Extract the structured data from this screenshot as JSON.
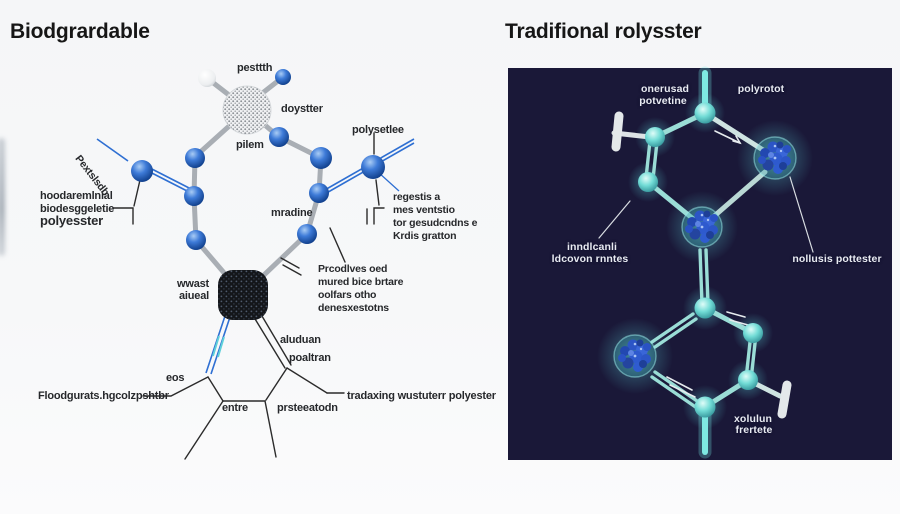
{
  "left_panel": {
    "title": "Biodgrardable",
    "labels": {
      "top_node": "pesttth",
      "doyster": "doystter",
      "pilem": "pilem",
      "polyester_node": "polysetlee",
      "matine": "mradine",
      "diagonal": "Pextslsdb",
      "bio_block": [
        "hoodaremlnial",
        "biodesggeletie",
        "polyesster"
      ],
      "regestis_block": [
        "regestis a",
        "mes ventstio",
        "tor gesudcndns e",
        "Krdis gratton"
      ],
      "prcodlves_block": [
        "Prcodlves oed",
        "mured bice brtare",
        "oolfars otho",
        "denesxestotns"
      ],
      "waste_node": [
        "wwast",
        "aiueal"
      ],
      "aluduan": "aluduan",
      "poaltran": "poaltran",
      "eos": "eos",
      "entre": "entre",
      "prsteeatodn": "prsteeatodn",
      "bottom_right": "tradaxing wustuterr polyester",
      "bottom_left": "Floodgurats.hgcolzpshtbr"
    }
  },
  "right_panel": {
    "title": "Tradifional rolysster",
    "labels": {
      "top_left_line1": "onerusad",
      "top_left_line2": "potvetine",
      "top_right": "polyrotot",
      "mid_left_line1": "inndlcanli",
      "mid_left_line2": "ldcovon rnntes",
      "mid_right": "nollusis pottester",
      "bottom_line1": "xolulun",
      "bottom_line2": "frertete"
    }
  },
  "colors": {
    "page_bg": "#f7f8f9",
    "panel_bg": "#1a1838",
    "atom_blue": "#2f6fd0",
    "node_teal": "#7fe0da",
    "cluster_blue": "#2a52c8",
    "bond_gray": "#a9aeb4",
    "double_line_blue": "#2e6fd2",
    "cyan_accent": "#5fd0da",
    "annotation_black": "#2b2b2b",
    "right_label_text": "#e9ebf2",
    "title_text": "#161616"
  }
}
